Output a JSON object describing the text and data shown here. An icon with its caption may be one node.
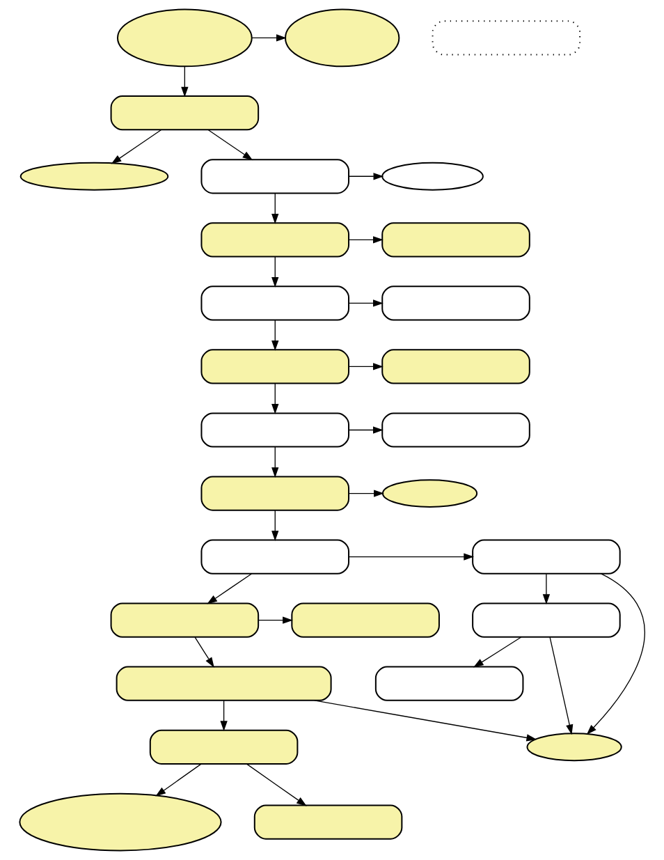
{
  "diagram": {
    "nodes": [
      {
        "text": [],
        "shape": "pill"
      },
      {
        "text": [],
        "shape": "pill"
      },
      {
        "text": [],
        "shape": "box"
      },
      {
        "text": [],
        "shape": "pill"
      },
      {
        "text": [],
        "shape": "box"
      },
      {
        "text": [],
        "shape": "pill"
      },
      {
        "text": [],
        "shape": "box"
      },
      {
        "text": [],
        "shape": "box"
      },
      {
        "text": [],
        "shape": "box"
      },
      {
        "text": [],
        "shape": "box"
      },
      {
        "text": [],
        "shape": "box"
      },
      {
        "text": [],
        "shape": "box"
      },
      {
        "text": [],
        "shape": "pill"
      },
      {
        "text": [],
        "shape": "box"
      },
      {
        "text": [],
        "shape": "box"
      },
      {
        "text": [],
        "shape": "box"
      },
      {
        "text": [],
        "shape": "box"
      },
      {
        "text": [],
        "shape": "box"
      },
      {
        "text": [],
        "shape": "box"
      },
      {
        "text": [],
        "shape": "pill"
      },
      {
        "text": [],
        "shape": "box"
      },
      {
        "text": [],
        "shape": "box"
      },
      {
        "text": [],
        "shape": "box"
      },
      {
        "text": [],
        "shape": "box"
      },
      {
        "text": [],
        "shape": "pill"
      },
      {
        "text": [],
        "shape": "box"
      },
      {
        "text": [],
        "shape": "box"
      },
      {
        "text": [],
        "shape": "box"
      }
    ],
    "edges": [
      {
        "from": 0,
        "to": 1,
        "arrow": "to"
      },
      {
        "from": 0,
        "to": 2,
        "arrow": "to"
      },
      {
        "from": 2,
        "to": 4,
        "arrow": "to"
      },
      {
        "from": 2,
        "to": 3,
        "arrow": "to"
      },
      {
        "from": 4,
        "to": 5,
        "arrow": "to"
      },
      {
        "from": 4,
        "to": 6,
        "arrow": "to"
      },
      {
        "from": 6,
        "to": 7,
        "arrow": "to"
      },
      {
        "from": 6,
        "to": 8,
        "arrow": "to"
      },
      {
        "from": 8,
        "to": 9,
        "arrow": "to"
      },
      {
        "from": 8,
        "to": 10,
        "arrow": "to"
      },
      {
        "from": 10,
        "to": 11,
        "arrow": "to"
      },
      {
        "from": 10,
        "to": 13,
        "arrow": "to"
      },
      {
        "from": 13,
        "to": 14,
        "arrow": "to"
      },
      {
        "from": 13,
        "to": 18,
        "arrow": "to"
      },
      {
        "from": 15,
        "to": 12,
        "arrow": "to"
      },
      {
        "from": 15,
        "to": 16,
        "arrow": "to"
      },
      {
        "from": 18,
        "to": 19,
        "arrow": "to"
      },
      {
        "from": 18,
        "to": 21,
        "arrow": "to"
      },
      {
        "from": 21,
        "to": 22,
        "arrow": "to"
      },
      {
        "from": 21,
        "to": 25,
        "arrow": "to"
      },
      {
        "from": 22,
        "to": 20,
        "arrow": "to"
      },
      {
        "from": 22,
        "to": 24,
        "arrow": "to"
      },
      {
        "from": 20,
        "to": 17,
        "arrow": "to"
      },
      {
        "from": 20,
        "to": 24,
        "arrow": "to"
      },
      {
        "from": 25,
        "to": 26,
        "arrow": "to"
      },
      {
        "from": 25,
        "to": 27,
        "arrow": "to"
      },
      {
        "from": 27,
        "to": 24,
        "arrow": "to"
      },
      {
        "from": 27,
        "to": 15,
        "arrow": "to"
      }
    ]
  }
}
